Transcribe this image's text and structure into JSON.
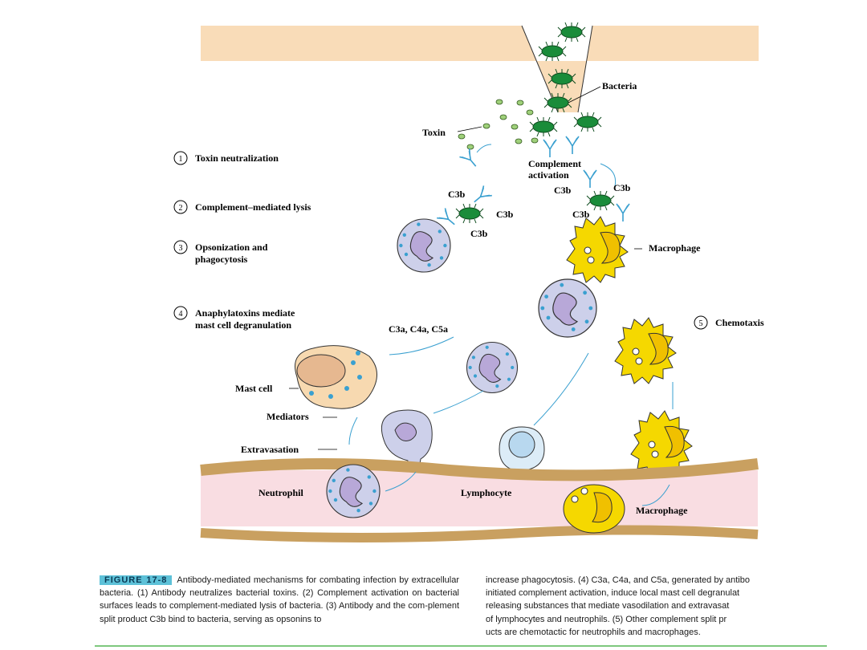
{
  "labels": {
    "bacteria": "Bacteria",
    "toxin": "Toxin",
    "complement_activation_1": "Complement",
    "complement_activation_2": "activation",
    "c3b": "C3b",
    "macrophage": "Macrophage",
    "anaphylatoxins": "C3a, C4a, C5a",
    "mast_cell": "Mast cell",
    "mediators": "Mediators",
    "extravasation": "Extravasation",
    "neutrophil": "Neutrophil",
    "lymphocyte": "Lymphocyte"
  },
  "steps": [
    {
      "num": "1",
      "line1": "Toxin neutralization",
      "line2": ""
    },
    {
      "num": "2",
      "line1": "Complement–mediated lysis",
      "line2": ""
    },
    {
      "num": "3",
      "line1": "Opsonization and",
      "line2": "phagocytosis"
    },
    {
      "num": "4",
      "line1": "Anaphylatoxins mediate",
      "line2": "mast cell degranulation"
    },
    {
      "num": "5",
      "line1": "Chemotaxis",
      "line2": ""
    }
  ],
  "caption": {
    "figure_tag": "FIGURE 17-8",
    "left": "Antibody-mediated mechanisms for combating infection by extracellular bacteria. (1) Antibody neutralizes bacterial toxins. (2) Complement activation on bacterial surfaces leads to complement-mediated lysis of bacteria. (3) Antibody and the com-plement split product C3b bind to bacteria, serving as opsonins to",
    "right_lines": [
      "increase phagocytosis. (4) C3a, C4a, and C5a, generated by antibo",
      "initiated complement activation, induce local mast cell degranulat",
      "releasing substances that mediate vasodilation and extravasat",
      "of lymphocytes and neutrophils. (5) Other complement split pr",
      "ucts are chemotactic for neutrophils and macrophages."
    ]
  },
  "colors": {
    "skin": "#f9dcb8",
    "bacteria": "#1a8c3a",
    "antibody": "#3aa0d0",
    "macrophage": "#f5d800",
    "neutrophil": "#cdd0ea",
    "mast_cell": "#f7d9b0",
    "vessel": "#f9dde2",
    "vessel_cell": "#f3cfa0",
    "lymphocyte": "#dcecf7"
  }
}
